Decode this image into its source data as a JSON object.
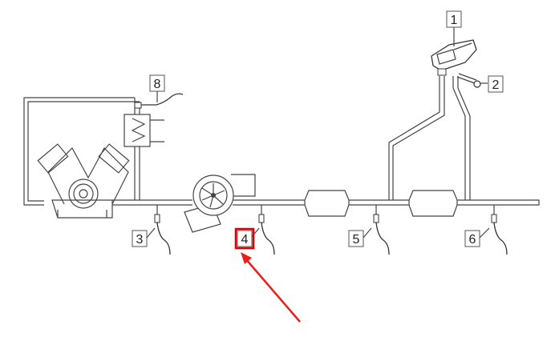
{
  "callouts": [
    {
      "id": "1",
      "label": "1"
    },
    {
      "id": "2",
      "label": "2"
    },
    {
      "id": "3",
      "label": "3"
    },
    {
      "id": "4",
      "label": "4",
      "highlighted": true
    },
    {
      "id": "5",
      "label": "5"
    },
    {
      "id": "6",
      "label": "6"
    },
    {
      "id": "8",
      "label": "8"
    }
  ],
  "colors": {
    "highlight": "#e00000",
    "line": "#444444",
    "arrow": "#e8201c"
  },
  "icons": [
    "engine-block-icon",
    "turbocharger-icon",
    "heat-exchanger-icon",
    "catalytic-converter-icon",
    "particulate-filter-icon",
    "pressure-sensor-icon",
    "temperature-sensor-icon"
  ]
}
